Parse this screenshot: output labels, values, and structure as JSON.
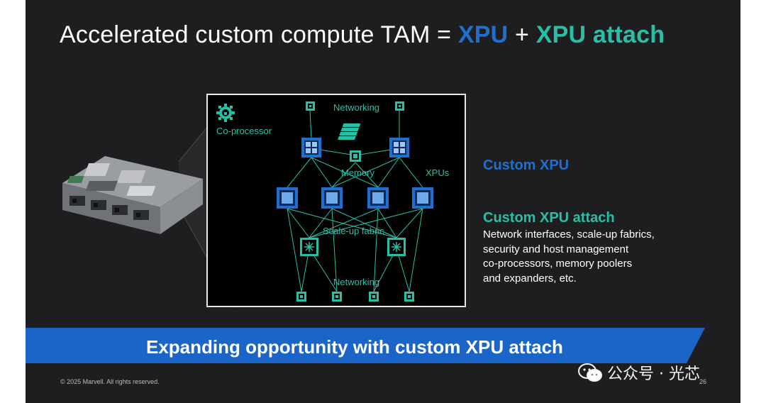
{
  "title": {
    "prefix": "Accelerated custom compute TAM = ",
    "xpu": "XPU",
    "plus": " + ",
    "attach": "XPU attach"
  },
  "diagram": {
    "networking_top": "Networking",
    "coprocessor": "Co-processor",
    "memory": "Memory",
    "xpus": "XPUs",
    "scaleup": "Scale-up fabric",
    "networking_bottom": "Networking"
  },
  "custom_xpu": "Custom XPU",
  "custom_xpu_attach": "Custom XPU attach",
  "attach_lines": [
    "Network interfaces, scale-up fabrics,",
    "security and host management",
    "co-processors, memory poolers",
    "and expanders, etc."
  ],
  "banner": "Expanding opportunity with custom XPU attach",
  "copyright": "© 2025 Marvell. All rights reserved.",
  "page_number": "26",
  "watermark": "公众号 · 光芯",
  "colors": {
    "xpu_blue": "#1f6fd1",
    "attach_teal": "#27c0a7",
    "banner_blue": "#1b64c8",
    "background": "#1e1e20"
  }
}
